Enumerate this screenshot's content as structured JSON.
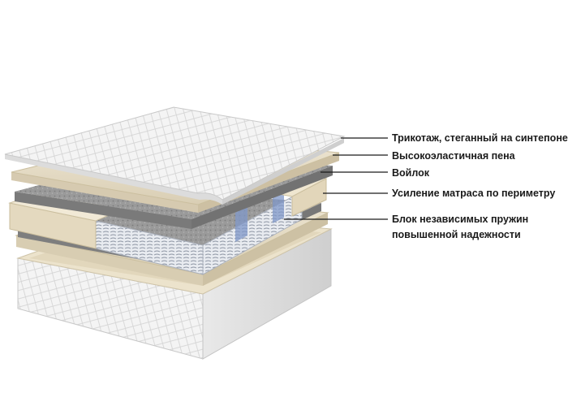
{
  "callouts": [
    {
      "text": "Трикотаж, стеганный на синтепоне"
    },
    {
      "text": "Высокоэластичная пена"
    },
    {
      "text": "Войлок"
    },
    {
      "text": "Усиление матраса по периметру"
    },
    {
      "text": "Блок независимых пружин",
      "text2": "повышенной надежности"
    }
  ],
  "colors": {
    "quilt": "#f3f3f3",
    "quilt_pattern": "#d6d6d6",
    "foam": "#e6dcc6",
    "felt": "#8e8e8e",
    "perimeter": "#ece3cc",
    "springs": "#dfe3ea",
    "spring_blue": "#7f97c8",
    "leader": "#1a1a1a"
  }
}
